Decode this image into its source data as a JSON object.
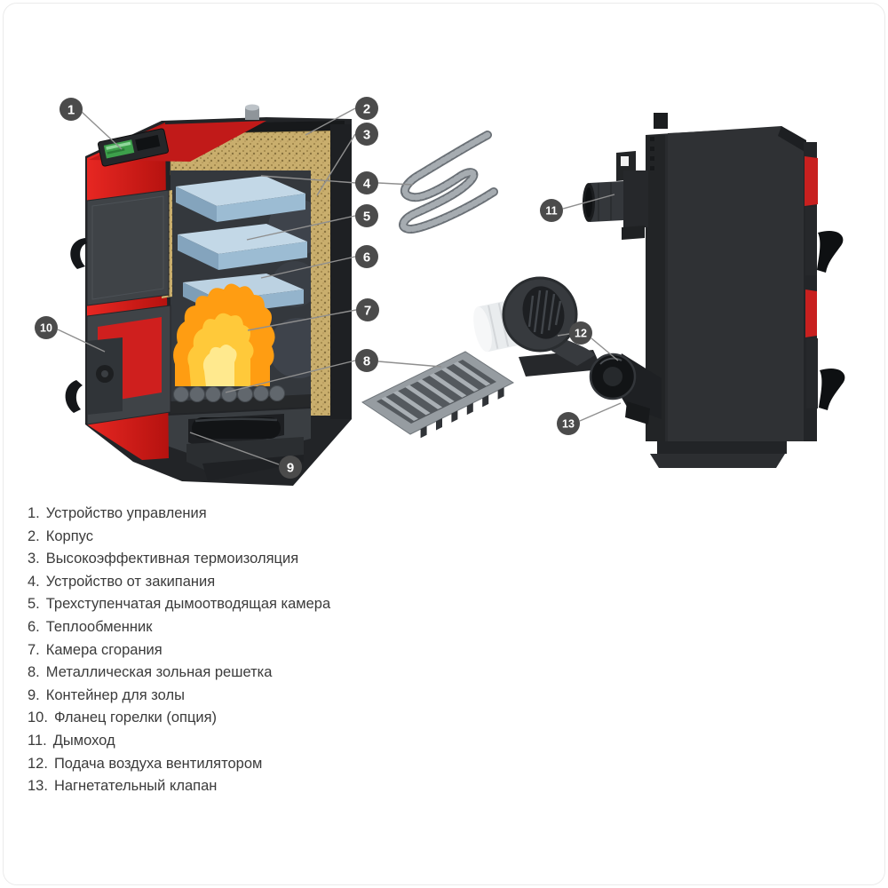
{
  "colors": {
    "boiler_red": "#d21f1e",
    "casing_dark": "#26282b",
    "door_gray": "#3f4347",
    "insulation_tan": "#c9ae6d",
    "exchanger_blue": "#c3d8e7",
    "flame_orange": "#ff9d12",
    "callout_circle": "#4b4b4b",
    "legend_text": "#3b3b3b"
  },
  "callouts": {
    "numbers": [
      "1",
      "2",
      "3",
      "4",
      "5",
      "6",
      "7",
      "8",
      "9",
      "10",
      "11",
      "12",
      "13"
    ]
  },
  "legend": {
    "items": [
      {
        "num": "1.",
        "label": "Устройство управления"
      },
      {
        "num": "2.",
        "label": "Корпус"
      },
      {
        "num": "3.",
        "label": "Высокоэффективная термоизоляция"
      },
      {
        "num": "4.",
        "label": "Устройство от закипания"
      },
      {
        "num": "5.",
        "label": "Трехступенчатая дымоотводящая камера"
      },
      {
        "num": "6.",
        "label": "Теплообменник"
      },
      {
        "num": "7.",
        "label": "Камера сгорания"
      },
      {
        "num": "8.",
        "label": "Металлическая зольная решетка"
      },
      {
        "num": "9.",
        "label": "Контейнер для золы"
      },
      {
        "num": "10.",
        "label": "Фланец горелки (опция)"
      },
      {
        "num": "11.",
        "label": "Дымоход"
      },
      {
        "num": "12.",
        "label": "Подача воздуха вентилятором"
      },
      {
        "num": "13.",
        "label": "Нагнетательный клапан"
      }
    ]
  }
}
